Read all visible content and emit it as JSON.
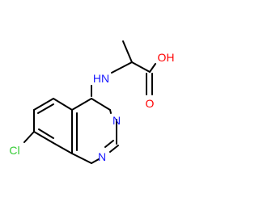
{
  "atoms": {
    "hn": {
      "text": "HN",
      "color": "#1a1aff"
    },
    "oh": {
      "text": "OH",
      "color": "#ff0000"
    },
    "o": {
      "text": "O",
      "color": "#ff0000"
    },
    "n_top": {
      "text": "N",
      "color": "#1a1aff"
    },
    "n_bottom": {
      "text": "N",
      "color": "#1a1aff"
    },
    "cl": {
      "text": "Cl",
      "color": "#33cc33"
    }
  },
  "colors": {
    "bond": "#000000",
    "background": "#ffffff"
  }
}
